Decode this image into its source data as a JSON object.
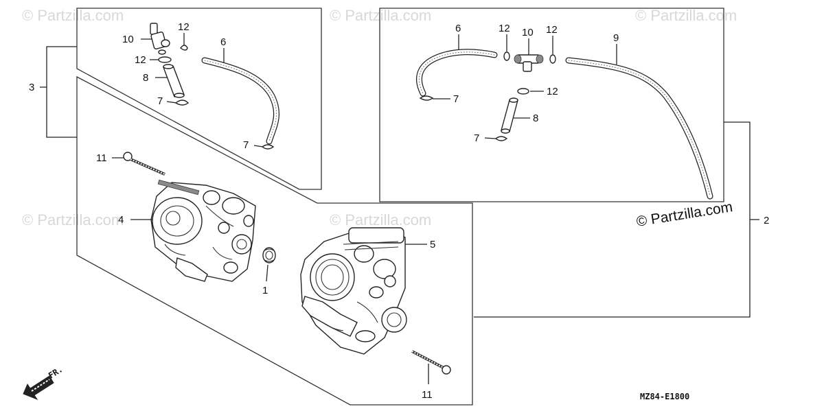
{
  "watermarks": {
    "faint": "© Partzilla.com",
    "main": "© Partzilla.com"
  },
  "diagram_code": "MZ84-E1800",
  "front_marker": "FR.",
  "callouts": {
    "l_10": "10",
    "l_12a": "12",
    "l_12b": "12",
    "l_6": "6",
    "l_8": "8",
    "l_7a": "7",
    "l_7b": "7",
    "l_3": "3",
    "l_11a": "11",
    "l_4": "4",
    "l_1": "1",
    "l_5": "5",
    "l_11b": "11",
    "r_6": "6",
    "r_12a": "12",
    "r_10": "10",
    "r_12b": "12",
    "r_9": "9",
    "r_7a": "7",
    "r_12c": "12",
    "r_8": "8",
    "r_7b": "7",
    "r_2": "2"
  },
  "colors": {
    "line": "#222222",
    "watermark": "#d8d8d8",
    "background": "#ffffff"
  }
}
